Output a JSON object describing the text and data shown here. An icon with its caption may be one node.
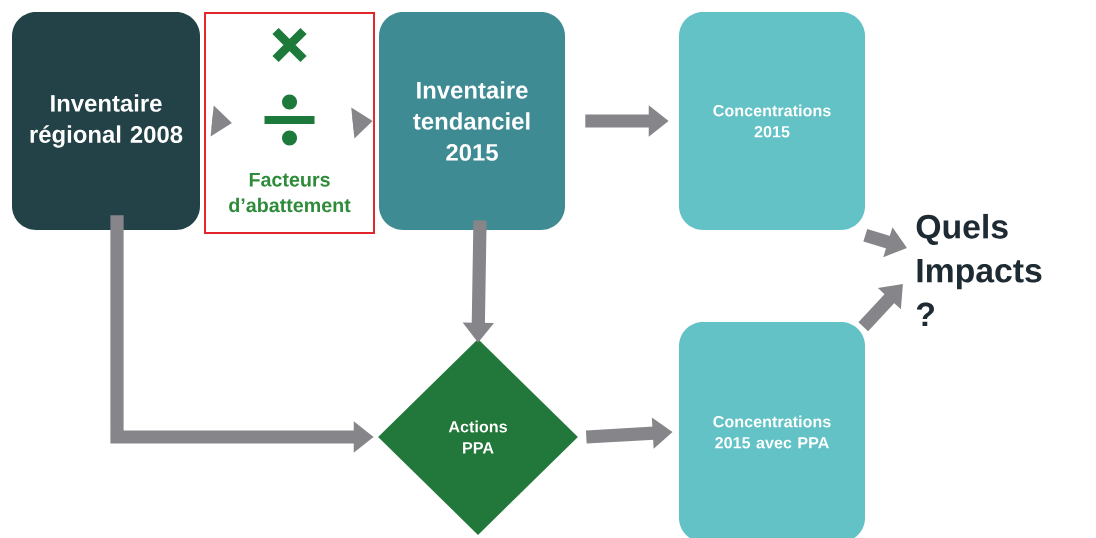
{
  "diagram": {
    "nodes": [
      {
        "text": [
          "Inventaire régional 2008"
        ]
      },
      {
        "text": [
          "Facteurs d’abattement"
        ]
      },
      {
        "text": [
          "Inventaire tendanciel 2015"
        ]
      },
      {
        "text": [
          "Concentrations 2015"
        ]
      },
      {
        "text": [
          "Actions PPA"
        ]
      },
      {
        "text": [
          "Concentrations 2015 avec PPA"
        ]
      },
      {
        "text": [
          "Quels Impacts ?"
        ]
      }
    ],
    "edges": [
      {
        "from": 0,
        "to": 1,
        "arrow": "to"
      },
      {
        "from": 1,
        "to": 2,
        "arrow": "to"
      },
      {
        "from": 2,
        "to": 3,
        "arrow": "to"
      },
      {
        "from": 2,
        "to": 4,
        "arrow": "to"
      },
      {
        "from": 0,
        "to": 4,
        "arrow": "to"
      },
      {
        "from": 4,
        "to": 5,
        "arrow": "to"
      },
      {
        "from": 3,
        "to": 6,
        "arrow": "to"
      },
      {
        "from": 5,
        "to": 6,
        "arrow": "to"
      }
    ]
  }
}
